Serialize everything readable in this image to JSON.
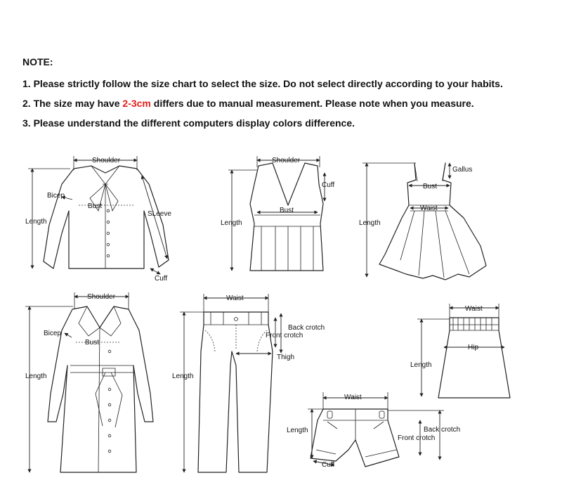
{
  "note": {
    "title": "NOTE:",
    "line1": "1. Please strictly follow the size chart  to select the size. Do not select directly according to your habits.",
    "line2_before": "2. The size may have ",
    "line2_highlight": "2-3cm",
    "line2_after": " differs due to manual measurement. Please note when you measure.",
    "line3": "3. Please understand the different computers display colors difference."
  },
  "colors": {
    "highlight": "#e0201c",
    "line": "#222222",
    "background": "#ffffff"
  },
  "garments": {
    "shirt": {
      "shoulder": "Shoulder",
      "bicep": "Bicep",
      "bust": "Bust",
      "sleeve": "SLeeve",
      "length": "Length",
      "cuff": "Cuff"
    },
    "vest": {
      "shoulder": "Shoulder",
      "cuff": "Cuff",
      "bust": "Bust",
      "length": "Length"
    },
    "dress": {
      "gallus": "Gallus",
      "bust": "Bust",
      "waist": "Waist",
      "length": "Length"
    },
    "coat": {
      "shoulder": "Shoulder",
      "bicep": "Bicep",
      "bust": "Bust",
      "length": "Length"
    },
    "pants": {
      "waist": "Waist",
      "back_crotch": "Back crotch",
      "front_crotch": "Front crotch",
      "thigh": "Thigh",
      "length": "Length"
    },
    "skirt": {
      "waist": "Waist",
      "hip": "Hip",
      "length": "Length"
    },
    "shorts": {
      "waist": "Waist",
      "length": "Length",
      "back_crotch": "Back crotch",
      "front_crotch": "Front crotch",
      "cuff": "Cuff"
    }
  }
}
